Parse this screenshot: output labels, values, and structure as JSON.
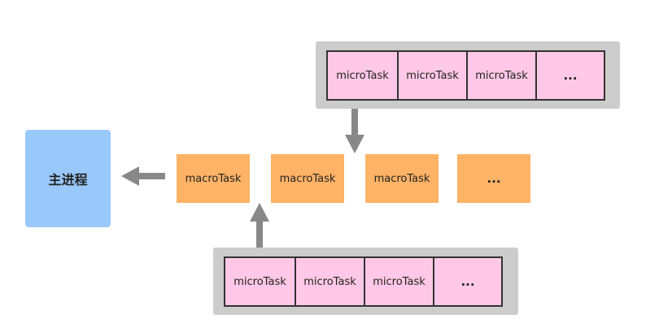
{
  "main_thread": {
    "label": "主进程",
    "color": "#99c8fb"
  },
  "macro_tasks": [
    "macroTask",
    "macroTask",
    "macroTask",
    "..."
  ],
  "top_micro_queue": [
    "microTask",
    "microTask",
    "microTask",
    "..."
  ],
  "bottom_micro_queue": [
    "microTask",
    "microTask",
    "microTask",
    "..."
  ],
  "colors": {
    "macro": "#ffb366",
    "micro": "#ffc8e6",
    "panel": "#cccccc",
    "arrow": "#888888"
  }
}
